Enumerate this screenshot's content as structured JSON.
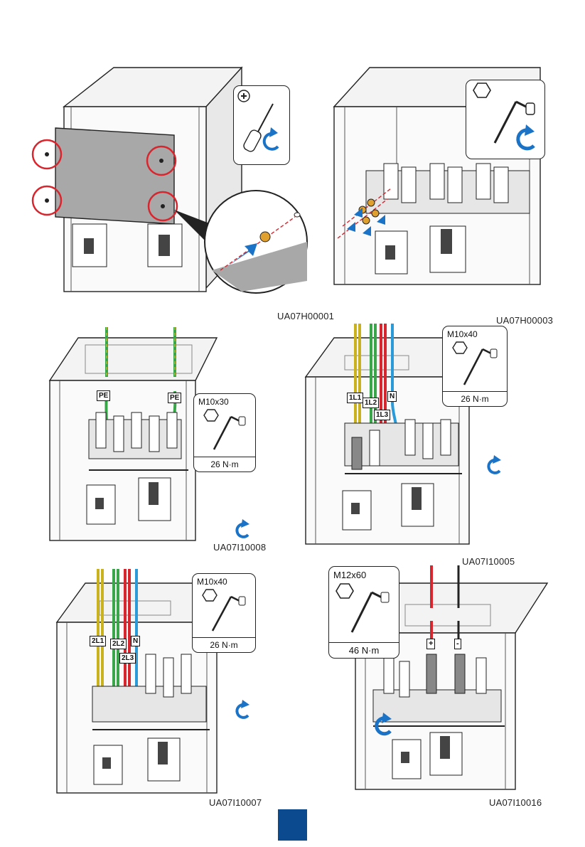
{
  "figures": [
    {
      "code": "UA07H00001"
    },
    {
      "code": "UA07H00003"
    },
    {
      "code": "UA07I10008",
      "size": "M10x30",
      "torque": "26 N·m",
      "labels": [
        "PE",
        "PE"
      ]
    },
    {
      "code": "UA07I10005",
      "size": "M10x40",
      "torque": "26 N·m",
      "labels": [
        "1L1",
        "1L2",
        "1L3",
        "N"
      ]
    },
    {
      "code": "UA07I10007",
      "size": "M10x40",
      "torque": "26 N·m",
      "labels": [
        "2L1",
        "2L2",
        "2L3",
        "N"
      ]
    },
    {
      "code": "UA07I10016",
      "size": "M12x60",
      "torque": "46 N·m",
      "labels": [
        "+",
        "-"
      ]
    }
  ],
  "colors": {
    "accent_blue": "#1a73c6",
    "cable_red": "#d7262e",
    "cable_green": "#3aa64a",
    "cable_yellow": "#c9b21d",
    "cable_blue": "#2a9ad8",
    "page_badge": "#0b4a8f"
  },
  "icons": [
    "phillips-screwdriver-icon",
    "hex-socket-wrench-icon",
    "rotate-clockwise-arrow-icon"
  ]
}
